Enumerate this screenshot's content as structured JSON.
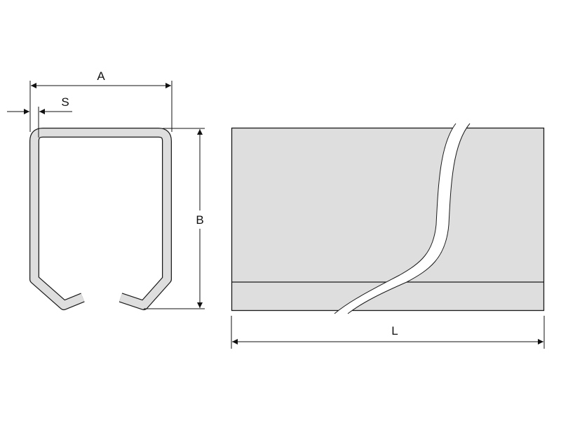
{
  "labels": {
    "width": "A",
    "thickness": "S",
    "height": "B",
    "length": "L"
  },
  "colors": {
    "profile_fill": "#dedede",
    "outline": "#1a1a1a",
    "background": "#ffffff"
  }
}
